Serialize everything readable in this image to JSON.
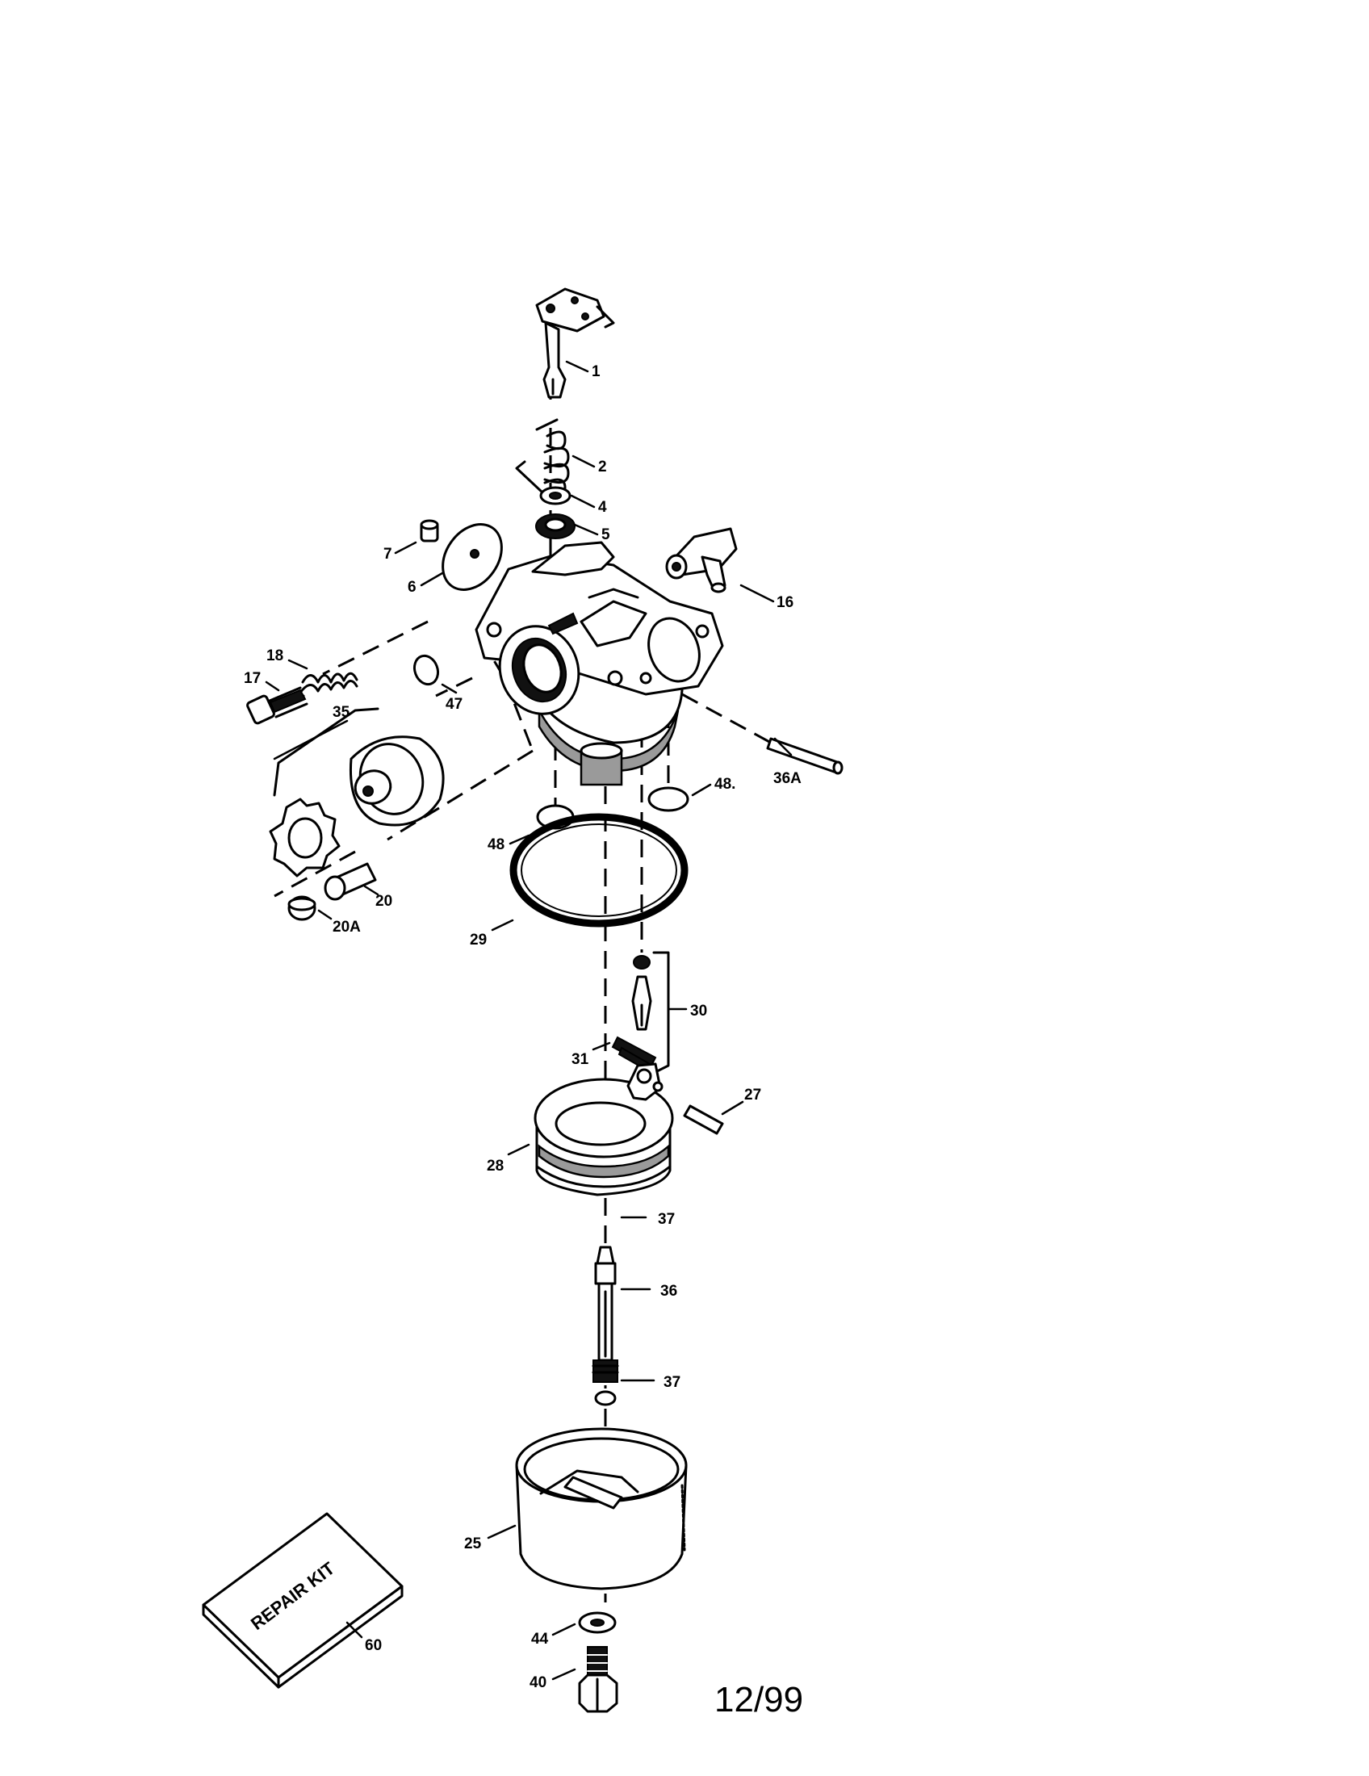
{
  "callouts": {
    "c1": "1",
    "c2": "2",
    "c4": "4",
    "c5": "5",
    "c6": "6",
    "c7": "7",
    "c16": "16",
    "c17": "17",
    "c18": "18",
    "c20": "20",
    "c20a": "20A",
    "c25": "25",
    "c27": "27",
    "c28": "28",
    "c29": "29",
    "c30": "30",
    "c31": "31",
    "c35": "35",
    "c36": "36",
    "c36a": "36A",
    "c37a": "37",
    "c37b": "37",
    "c40": "40",
    "c44": "44",
    "c47": "47",
    "c48a": "48",
    "c48b": "48.",
    "c60": "60"
  },
  "repair_kit_label": "REPAIR KIT",
  "date": "12/99"
}
